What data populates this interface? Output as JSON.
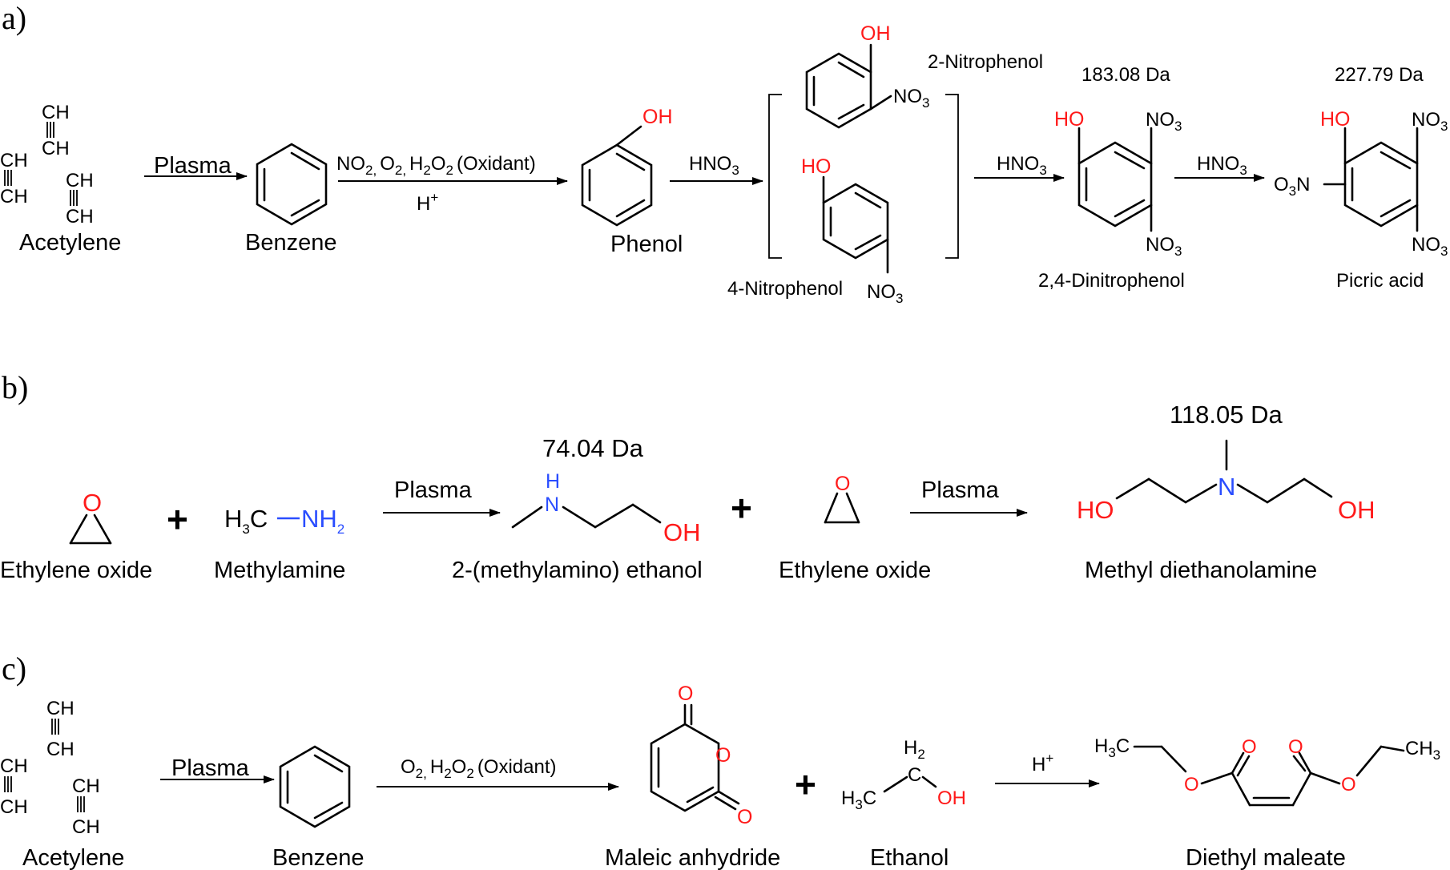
{
  "panels": {
    "a": "a)",
    "b": "b)",
    "c": "c)"
  },
  "a": {
    "ch": "CH",
    "acetylene": "Acetylene",
    "plasma": "Plasma",
    "benzene": "Benzene",
    "oxidants_NO": "NO",
    "oxidants_two": "2,",
    "oxidants_O": "O",
    "oxidants_H": "H",
    "oxidants_O2": "O",
    "oxidants_tail": "(Oxidant)",
    "sub_2": "2",
    "sub_3": "3",
    "h_plus_H": "H",
    "h_plus_sup": "+",
    "phenol": "Phenol",
    "oh": "OH",
    "ho": "HO",
    "hno": "HNO",
    "no": "NO",
    "o3n": "O",
    "o3n_N": "N",
    "nitrophenol_2": "2-Nitrophenol",
    "nitrophenol_4": "4-Nitrophenol",
    "mass_dnp": "183.08 Da",
    "mass_picric": "227.79 Da",
    "dinitrophenol": "2,4-Dinitrophenol",
    "picric_acid": "Picric acid"
  },
  "b": {
    "o": "O",
    "plus": "+",
    "h3c": "H",
    "h3c_C": "C",
    "nh": "NH",
    "sub_3": "3",
    "sub_2": "2",
    "plasma": "Plasma",
    "mass_mae": "74.04 Da",
    "h": "H",
    "n": "N",
    "oh": "OH",
    "ho": "HO",
    "mass_mdea": "118.05 Da",
    "ethylene_oxide": "Ethylene oxide",
    "methylamine": "Methylamine",
    "methylamino_ethanol": "2-(methylamino) ethanol",
    "methyl_diethanolamine": "Methyl diethanolamine"
  },
  "c": {
    "ch": "CH",
    "acetylene": "Acetylene",
    "plasma": "Plasma",
    "benzene": "Benzene",
    "ox_O": "O",
    "ox_two": "2,",
    "ox_H": "H",
    "ox_O2": "O",
    "ox_tail": "(Oxidant)",
    "sub_2": "2",
    "sub_3": "3",
    "o": "O",
    "plus": "+",
    "h2_H": "H",
    "h3c_H": "H",
    "h3c_C": "C",
    "c": "C",
    "oh": "OH",
    "h_plus_H": "H",
    "h_plus_sup": "+",
    "ch3_CH": "CH",
    "maleic_anhydride": "Maleic anhydride",
    "ethanol": "Ethanol",
    "diethyl_maleate": "Diethyl maleate"
  },
  "colors": {
    "heteroatom_O": "#ff1a1a",
    "heteroatom_N": "#2a4dff",
    "default": "#000000"
  }
}
